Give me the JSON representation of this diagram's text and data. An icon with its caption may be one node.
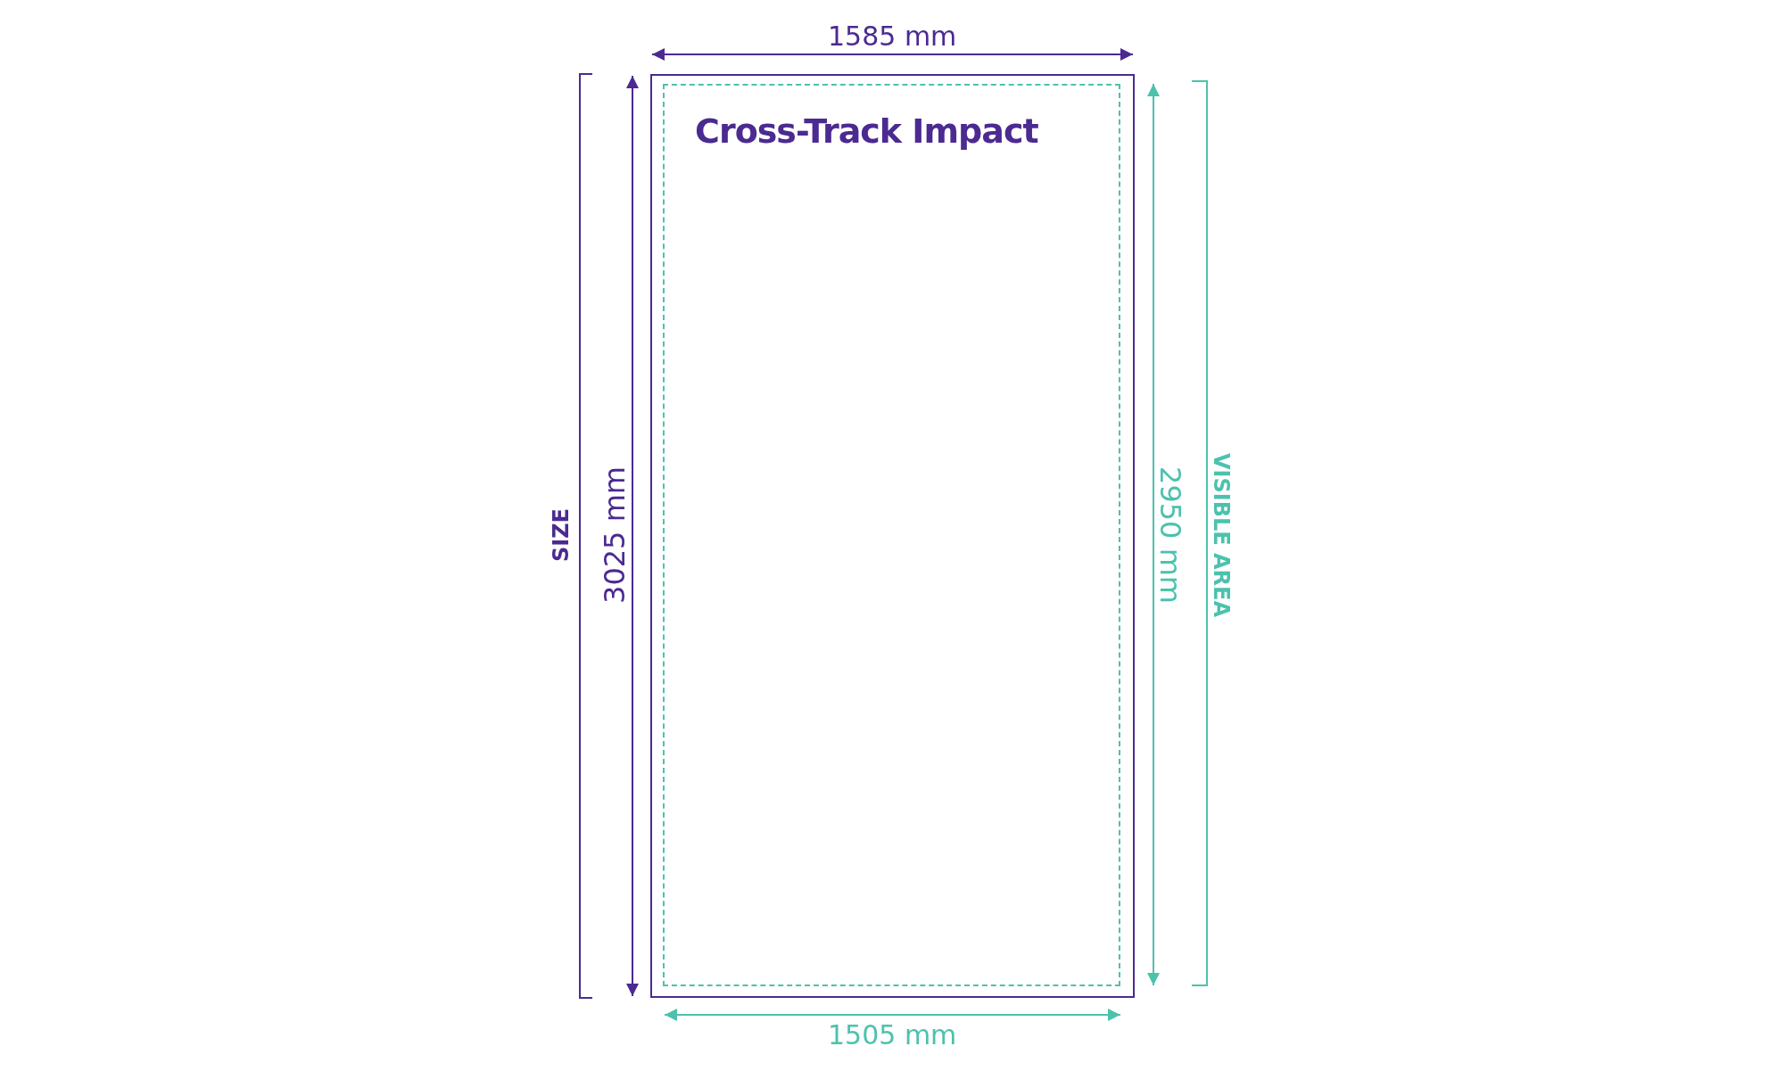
{
  "diagram": {
    "nodes": [
      {
        "text": [],
        "shape": "box"
      },
      {
        "text": [
          "Cross-Track Impact"
        ],
        "in": 0
      }
    ],
    "labels": [
      "1585 mm",
      "SIZE",
      "3025 mm",
      "2950 mm",
      "VISIBLE AREA",
      "1505 mm"
    ]
  }
}
